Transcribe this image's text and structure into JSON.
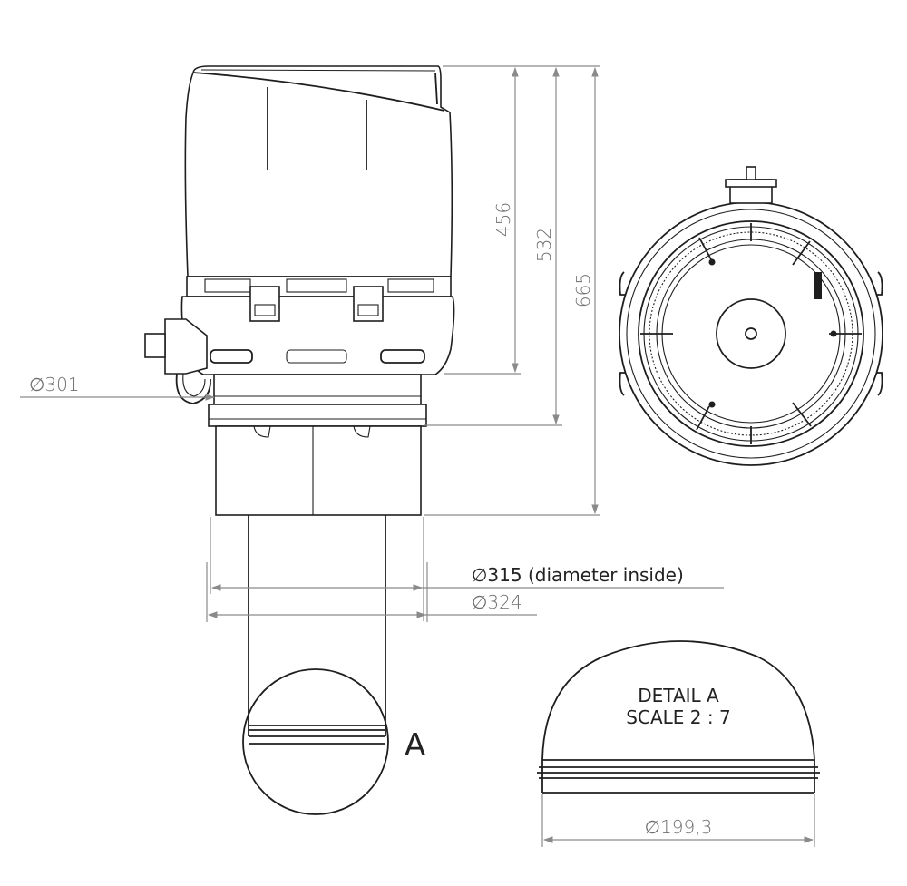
{
  "dimensions": {
    "height_outer": "456",
    "height_mid": "532",
    "height_total": "665",
    "diameter_collar": "301",
    "diameter_inside": "315 (diameter inside)",
    "diameter_outside": "324",
    "diameter_detail": "199,3"
  },
  "symbols": {
    "diameter": "∅"
  },
  "detail": {
    "callout_letter": "A",
    "title": "DETAIL A",
    "scale": "SCALE 2 : 7"
  },
  "colors": {
    "object_lines": "#1e1e1e",
    "dimension_lines": "#8a8a8a",
    "dimension_text": "#6f6f6f"
  }
}
